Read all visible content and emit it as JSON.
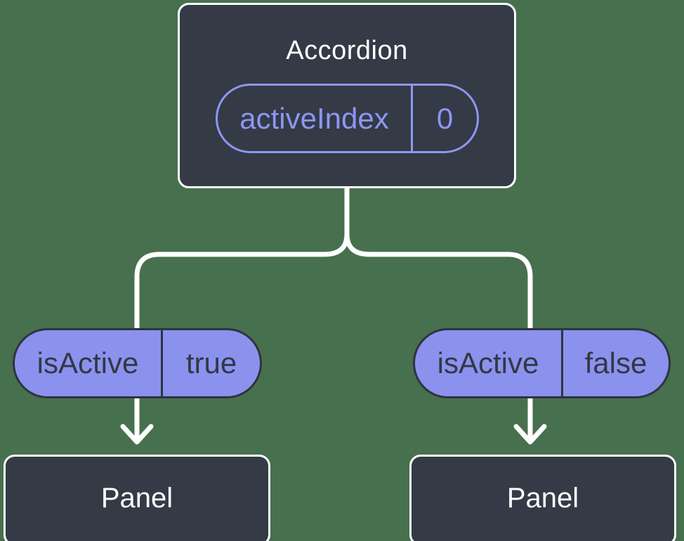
{
  "colors": {
    "background": "#47704E",
    "node-fill": "#343A46",
    "node-border": "#FFFFFF",
    "node-text": "#FFFFFF",
    "pill-fill": "#8B92EE",
    "pill-border": "#2E3440",
    "pill-text": "#323844",
    "accent": "#8E96F2",
    "connector": "#FFFFFF"
  },
  "root": {
    "title": "Accordion",
    "prop": {
      "name": "activeIndex",
      "value": "0"
    }
  },
  "children": [
    {
      "prop": {
        "name": "isActive",
        "value": "true"
      },
      "label": "Panel"
    },
    {
      "prop": {
        "name": "isActive",
        "value": "false"
      },
      "label": "Panel"
    }
  ]
}
